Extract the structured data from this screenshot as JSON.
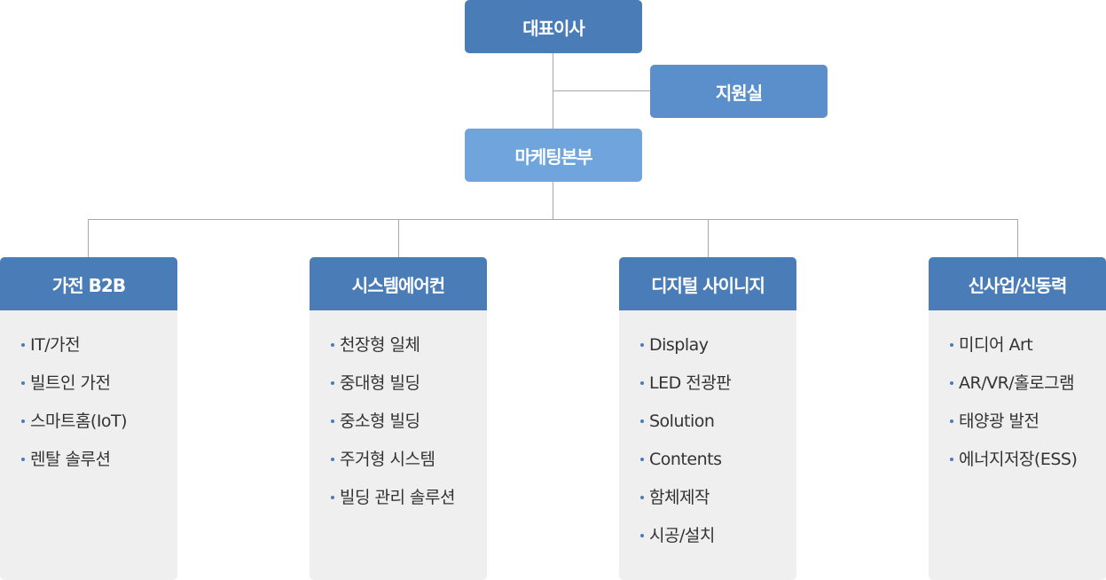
{
  "top": {
    "ceo": "대표이사",
    "support": "지원실",
    "marketing": "마케팅본부"
  },
  "departments": [
    {
      "title": "가전 B2B",
      "items": [
        "IT/가전",
        "빌트인 가전",
        "스마트홈(IoT)",
        "렌탈 솔루션"
      ]
    },
    {
      "title": "시스템에어컨",
      "items": [
        "천장형 일체",
        "중대형 빌딩",
        "중소형 빌딩",
        "주거형 시스템",
        "빌딩 관리 솔루션"
      ]
    },
    {
      "title": "디지털 사이니지",
      "items": [
        "Display",
        "LED 전광판",
        "Solution",
        "Contents",
        "함체제작",
        "시공/설치"
      ]
    },
    {
      "title": "신사업/신동력",
      "items": [
        "미디어 Art",
        "AR/VR/홀로그램",
        "태양광 발전",
        "에너지저장(ESS)"
      ]
    }
  ],
  "colors": {
    "ceo": "#4a7cb8",
    "support": "#5b8fcb",
    "marketing": "#6fa4dc",
    "dept_header": "#4a7cb8",
    "dept_body": "#efefef",
    "connector": "#a7a7a7"
  }
}
